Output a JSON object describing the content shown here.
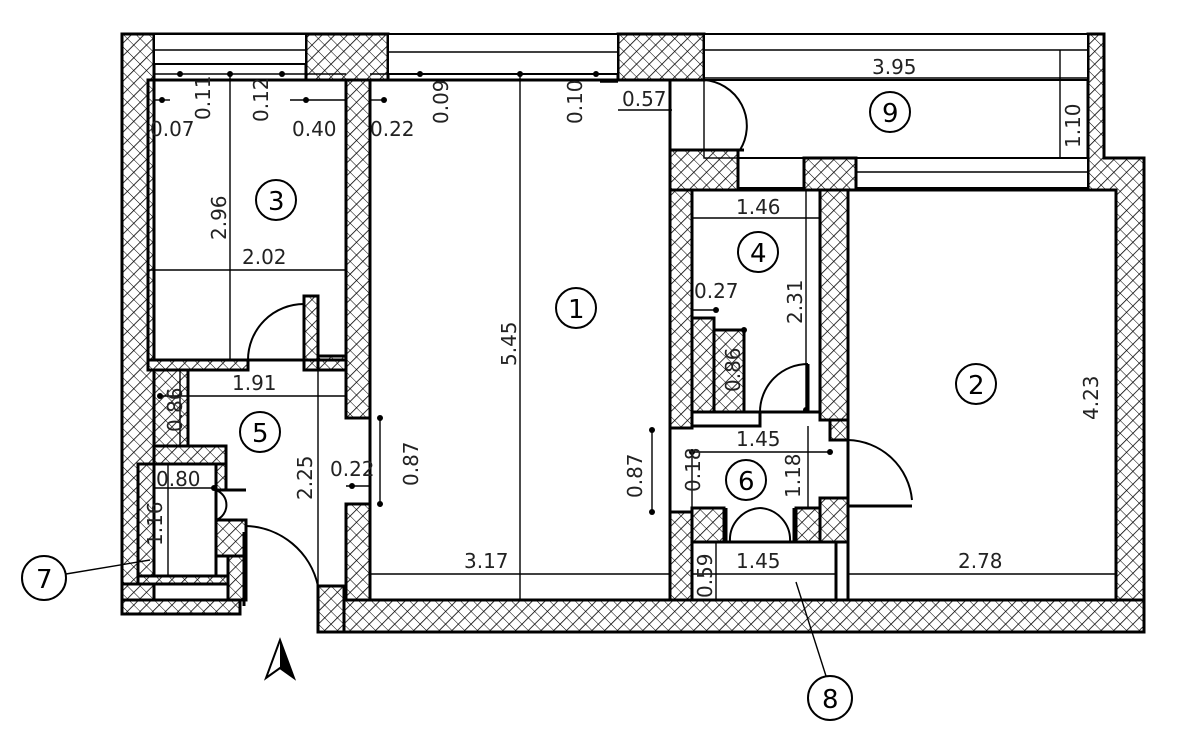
{
  "dimensions": {
    "d_007": "0.07",
    "d_011": "0.11",
    "d_012": "0.12",
    "d_040": "0.40",
    "d_022_top": "0.22",
    "d_009": "0.09",
    "d_010": "0.10",
    "d_057": "0.57",
    "d_395": "3.95",
    "d_110": "1.10",
    "d_296": "2.96",
    "d_202": "2.02",
    "d_545": "5.45",
    "d_146": "1.46",
    "d_027": "0.27",
    "d_231": "2.31",
    "d_086_r4": "0.86",
    "d_423": "4.23",
    "d_191": "1.91",
    "d_086_r5": "0.86",
    "d_225": "2.25",
    "d_022_mid": "0.22",
    "d_087_left": "0.87",
    "d_087_right": "0.87",
    "d_018": "0.18",
    "d_145_r6": "1.45",
    "d_118": "1.18",
    "d_080": "0.80",
    "d_116": "1.16",
    "d_317": "3.17",
    "d_059": "0.59",
    "d_145_r8": "1.45",
    "d_278": "2.78"
  },
  "rooms": {
    "r1": "1",
    "r2": "2",
    "r3": "3",
    "r4": "4",
    "r5": "5",
    "r6": "6",
    "r7": "7",
    "r8": "8",
    "r9": "9"
  },
  "north_arrow": "north-arrow-icon"
}
